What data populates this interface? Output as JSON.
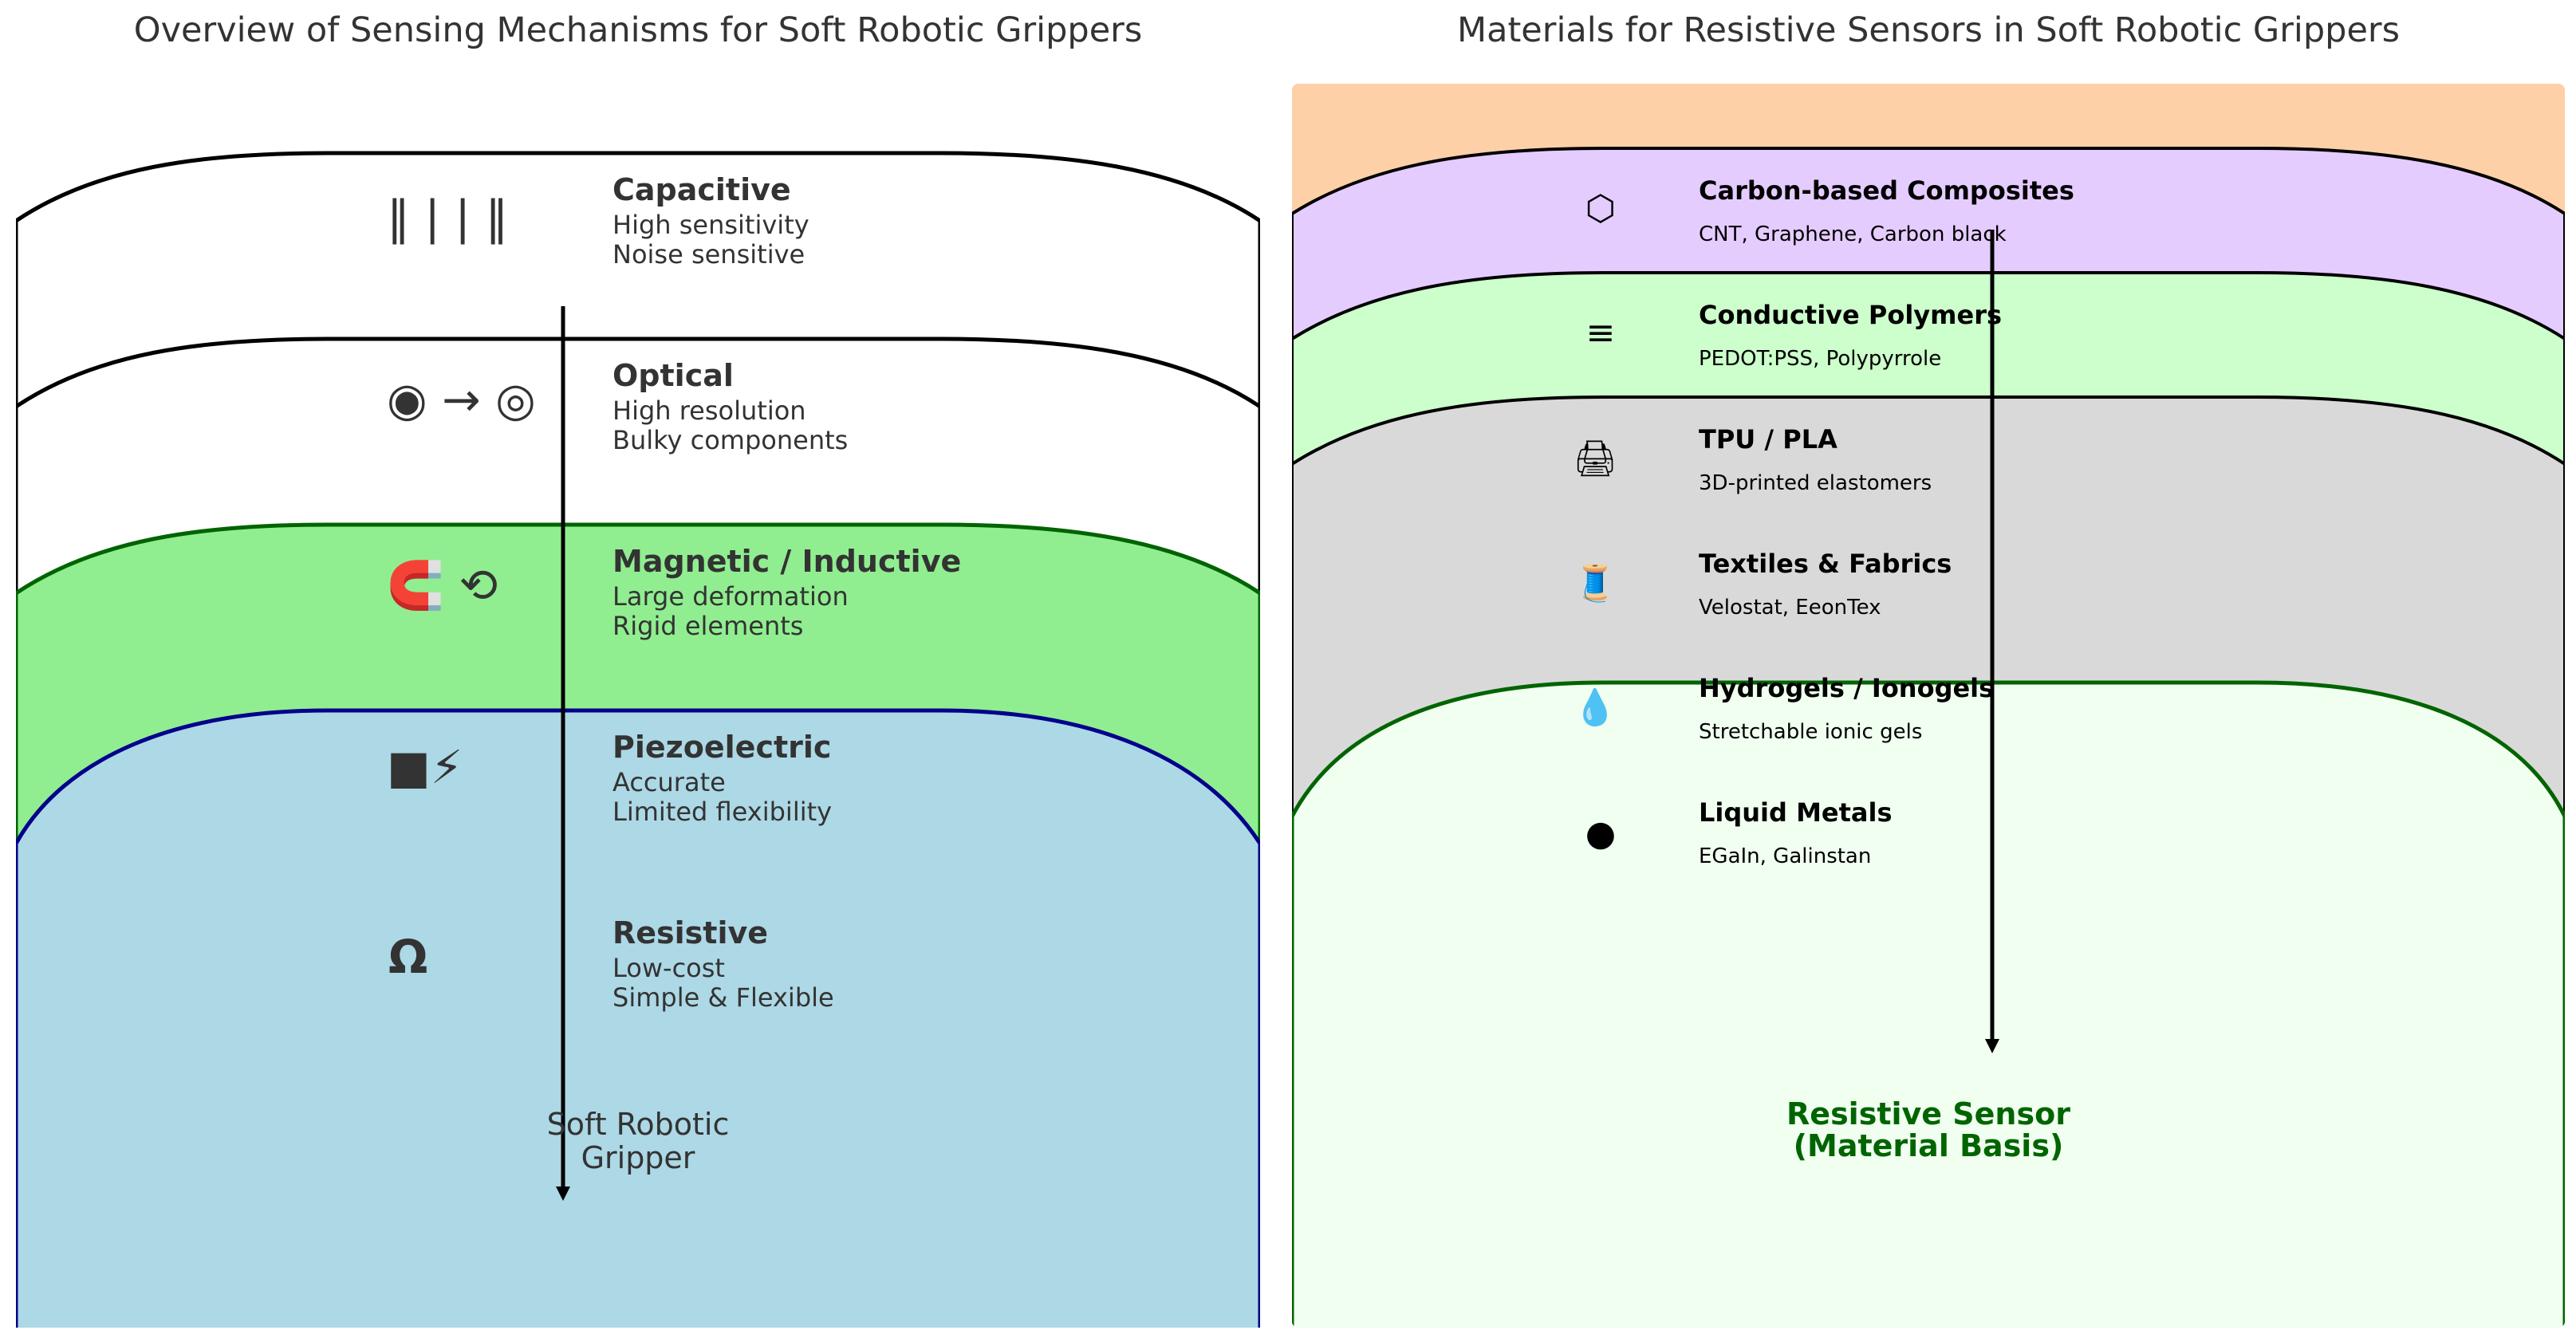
{
  "left_panel": {
    "title": "Overview of Sensing Mechanisms for Soft Robotic Grippers",
    "mechanisms": [
      {
        "icon": "‖ | | ‖",
        "icon_name": "capacitive-plates-icon",
        "name": "Capacitive",
        "desc1": "High sensitivity",
        "desc2": "Noise sensitive"
      },
      {
        "icon": "◉ → ◎",
        "icon_name": "optical-light-icon",
        "name": "Optical",
        "desc1": "High resolution",
        "desc2": "Bulky components"
      },
      {
        "icon": "🧲 ⟲",
        "icon_name": "magnet-icon",
        "name": "Magnetic / Inductive",
        "desc1": "Large deformation",
        "desc2": "Rigid elements"
      },
      {
        "icon": "■⚡",
        "icon_name": "piezo-crystal-icon",
        "name": "Piezoelectric",
        "desc1": "Accurate",
        "desc2": "Limited flexibility"
      },
      {
        "icon": "Ω",
        "icon_name": "ohm-icon",
        "name": "Resistive",
        "desc1": "Low-cost",
        "desc2": "Simple & Flexible"
      }
    ],
    "center_label_line1": "Soft Robotic",
    "center_label_line2": "Gripper",
    "colors": {
      "magnetic_fill": "#90ee90",
      "magnetic_stroke": "#006400",
      "piezo_fill": "#add8e6",
      "piezo_stroke": "#00008b",
      "outline": "#000000"
    }
  },
  "right_panel": {
    "title": "Materials for Resistive Sensors in Soft Robotic Grippers",
    "materials": [
      {
        "icon": "⬡",
        "icon_name": "hexagon-icon",
        "name": "Carbon-based Composites",
        "desc": "CNT, Graphene, Carbon black"
      },
      {
        "icon": "≡",
        "icon_name": "polymer-lines-icon",
        "name": "Conductive Polymers",
        "desc": "PEDOT:PSS, Polypyrrole"
      },
      {
        "icon": "🖨",
        "icon_name": "printer-icon",
        "name": "TPU / PLA",
        "desc": "3D-printed elastomers"
      },
      {
        "icon": "🧵",
        "icon_name": "thread-icon",
        "name": "Textiles & Fabrics",
        "desc": "Velostat, EeonTex"
      },
      {
        "icon": "💧",
        "icon_name": "droplet-icon",
        "name": "Hydrogels / Ionogels",
        "desc": "Stretchable ionic gels"
      },
      {
        "icon": "●",
        "icon_name": "metal-dot-icon",
        "name": "Liquid Metals",
        "desc": "EGaIn, Galinstan"
      }
    ],
    "center_label_line1": "Resistive Sensor",
    "center_label_line2": "(Material Basis)",
    "colors": {
      "background_fill": "#fdd0a8",
      "carbon_fill": "#e5ccff",
      "polymer_fill": "#ccffcc",
      "tpu_fill": "#d9d9d9",
      "base_fill": "#f0fff0",
      "base_stroke": "#006400",
      "outline": "#000000"
    }
  }
}
